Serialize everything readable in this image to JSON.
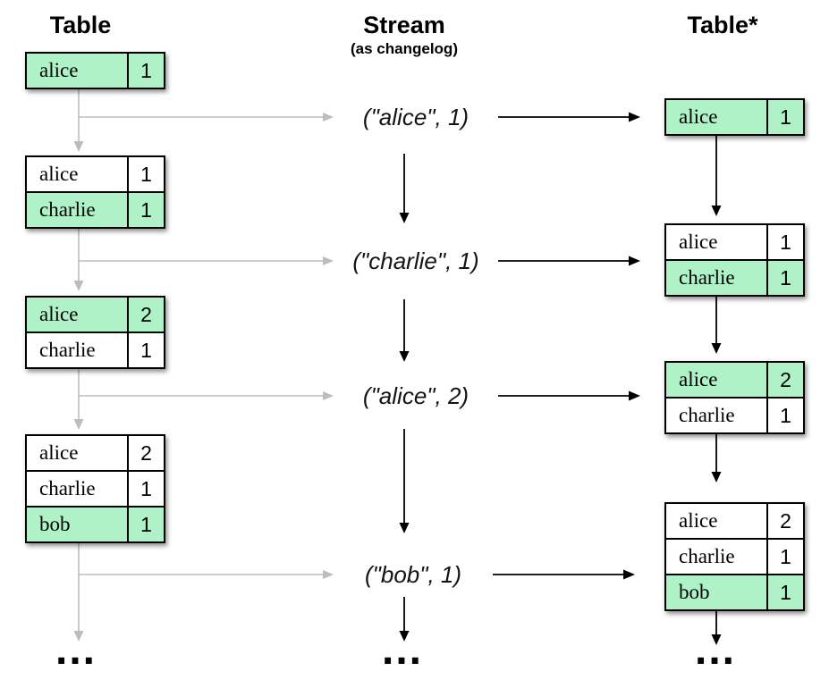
{
  "columns": {
    "table": {
      "header": "Table",
      "snapshots": [
        {
          "rows": [
            {
              "key": "alice",
              "value": "1",
              "highlight": true
            }
          ]
        },
        {
          "rows": [
            {
              "key": "alice",
              "value": "1",
              "highlight": false
            },
            {
              "key": "charlie",
              "value": "1",
              "highlight": true
            }
          ]
        },
        {
          "rows": [
            {
              "key": "alice",
              "value": "2",
              "highlight": true
            },
            {
              "key": "charlie",
              "value": "1",
              "highlight": false
            }
          ]
        },
        {
          "rows": [
            {
              "key": "alice",
              "value": "2",
              "highlight": false
            },
            {
              "key": "charlie",
              "value": "1",
              "highlight": false
            },
            {
              "key": "bob",
              "value": "1",
              "highlight": true
            }
          ]
        }
      ],
      "ellipsis": "..."
    },
    "stream": {
      "header": "Stream",
      "subheader": "(as changelog)",
      "events": [
        "(\"alice\", 1)",
        "(\"charlie\", 1)",
        "(\"alice\", 2)",
        "(\"bob\", 1)"
      ],
      "ellipsis": "..."
    },
    "table_star": {
      "header": "Table*",
      "snapshots": [
        {
          "rows": [
            {
              "key": "alice",
              "value": "1",
              "highlight": true
            }
          ]
        },
        {
          "rows": [
            {
              "key": "alice",
              "value": "1",
              "highlight": false
            },
            {
              "key": "charlie",
              "value": "1",
              "highlight": true
            }
          ]
        },
        {
          "rows": [
            {
              "key": "alice",
              "value": "2",
              "highlight": true
            },
            {
              "key": "charlie",
              "value": "1",
              "highlight": false
            }
          ]
        },
        {
          "rows": [
            {
              "key": "alice",
              "value": "2",
              "highlight": false
            },
            {
              "key": "charlie",
              "value": "1",
              "highlight": false
            },
            {
              "key": "bob",
              "value": "1",
              "highlight": true
            }
          ]
        }
      ],
      "ellipsis": "..."
    }
  },
  "colors": {
    "highlight_green": "#aff2c8",
    "row_white": "#ffffff",
    "arrow_gray": "#bdbdbd",
    "arrow_black": "#000000"
  }
}
